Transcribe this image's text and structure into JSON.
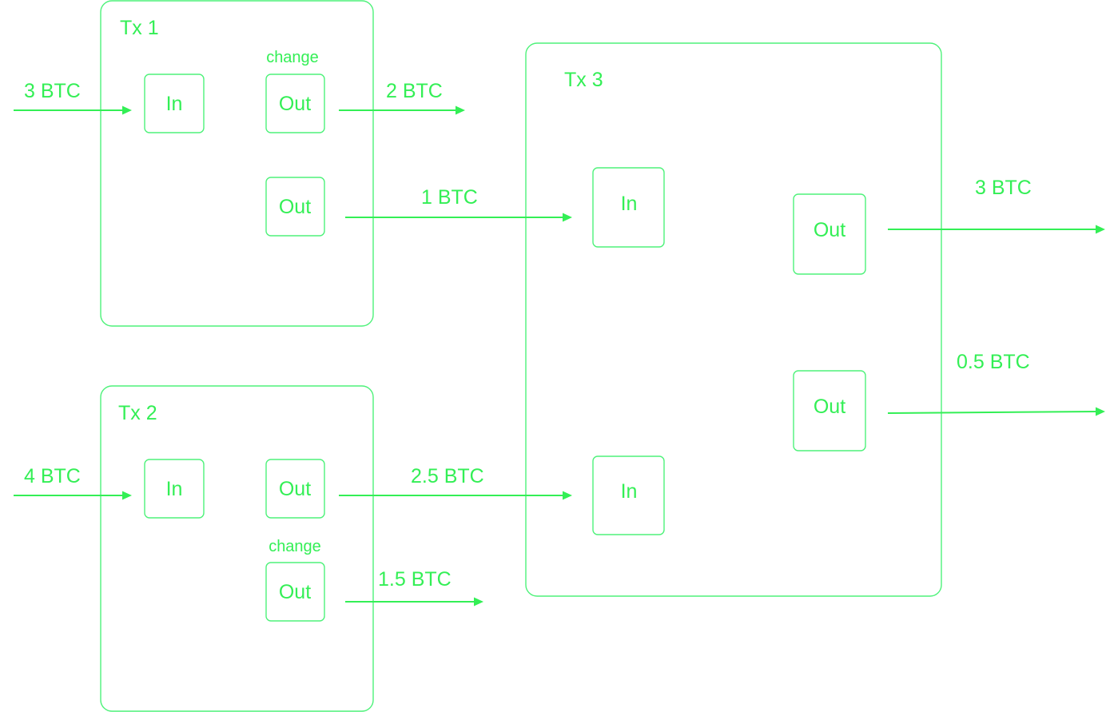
{
  "colors": {
    "stroke": "#4ef27a",
    "arrow": "#33ef55",
    "text": "#33ef55",
    "background": "#ffffff"
  },
  "transactions": [
    {
      "title": "Tx 1",
      "inputs": [
        {
          "label": "In"
        }
      ],
      "outputs": [
        {
          "label": "Out",
          "tag": "change"
        },
        {
          "label": "Out"
        }
      ]
    },
    {
      "title": "Tx 2",
      "inputs": [
        {
          "label": "In"
        }
      ],
      "outputs": [
        {
          "label": "Out"
        },
        {
          "label": "Out",
          "tag": "change"
        }
      ]
    },
    {
      "title": "Tx 3",
      "inputs": [
        {
          "label": "In"
        },
        {
          "label": "In"
        }
      ],
      "outputs": [
        {
          "label": "Out"
        },
        {
          "label": "Out"
        }
      ]
    }
  ],
  "flows": [
    {
      "amount": "3 BTC",
      "from": "external",
      "to": "Tx 1 In"
    },
    {
      "amount": "2 BTC",
      "from": "Tx 1 change Out",
      "to": "external"
    },
    {
      "amount": "1 BTC",
      "from": "Tx 1 Out",
      "to": "Tx 3 In"
    },
    {
      "amount": "4 BTC",
      "from": "external",
      "to": "Tx 2 In"
    },
    {
      "amount": "2.5 BTC",
      "from": "Tx 2 Out",
      "to": "Tx 3 In"
    },
    {
      "amount": "1.5 BTC",
      "from": "Tx 2 change Out",
      "to": "external"
    },
    {
      "amount": "3 BTC",
      "from": "Tx 3 Out",
      "to": "external"
    },
    {
      "amount": "0.5 BTC",
      "from": "Tx 3 Out",
      "to": "external"
    }
  ]
}
